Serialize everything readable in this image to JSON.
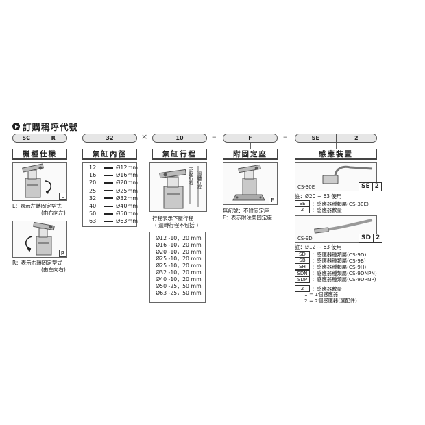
{
  "title": "訂購稱呼代號",
  "code_pills": {
    "model": [
      "SC",
      "R"
    ],
    "bore": "32",
    "times": "×",
    "stroke": "10",
    "dash1": "–",
    "fix": "F",
    "dash2": "–",
    "sensor": [
      "SE",
      "2"
    ]
  },
  "headers": {
    "model": "機種仕樣",
    "bore": "氣缸內徑",
    "stroke": "氣缸行程",
    "fix": "附固定座",
    "sensor": "感應裝置"
  },
  "model": {
    "left_letter": "L",
    "left_desc1": "L：表示左轉固定型式",
    "left_desc2": "(由右向左)",
    "right_letter": "R",
    "right_desc1": "R：表示右轉固定型式",
    "right_desc2": "(由左向右)"
  },
  "bore_rows": [
    [
      "12",
      "Ø12mm"
    ],
    [
      "16",
      "Ø16mm"
    ],
    [
      "20",
      "Ø20mm"
    ],
    [
      "25",
      "Ø25mm"
    ],
    [
      "32",
      "Ø32mm"
    ],
    [
      "40",
      "Ø40mm"
    ],
    [
      "50",
      "Ø50mm"
    ],
    [
      "63",
      "Ø63mm"
    ]
  ],
  "stroke": {
    "image_label_left": "下壓行程",
    "image_label_right": "迴轉行程",
    "note1": "行程表示下壓行程",
    "note2": "( 迴轉行程不包括 )",
    "rows": [
      "Ø12 -10，20 mm",
      "Ø16 -10，20 mm",
      "Ø20 -10，20 mm",
      "Ø25 -10，20 mm",
      "Ø25 -10，20 mm",
      "Ø32 -10，20 mm",
      "Ø40 -10，20 mm",
      "Ø50 -25，50 mm",
      "Ø63 -25，50 mm"
    ]
  },
  "fix": {
    "letter": "F",
    "desc1": "無記號：不附固定座",
    "desc2": "F：表示附法蘭固定座"
  },
  "sensor": {
    "img1_label": "CS-30E",
    "img1_tag": [
      "SE",
      "2"
    ],
    "img1_note": "註：Ø20 ~ 63 使用",
    "img1_codes": [
      [
        "SE",
        "感應器種類屬(CS-30E)"
      ],
      [
        "2",
        "感應器數量"
      ]
    ],
    "img2_label": "CS-9D",
    "img2_tag": [
      "SD",
      "2"
    ],
    "img2_note": "註：Ø12 ~ 63 使用",
    "img2_codes": [
      [
        "SD",
        "感應器種類屬(CS-9D)"
      ],
      [
        "SB",
        "感應器種類屬(CS-9B)"
      ],
      [
        "SH",
        "感應器種類屬(CS-9H)"
      ],
      [
        "SDN",
        "感應器種類屬(CS-9DNPN)"
      ],
      [
        "SDP",
        "感應器種類屬(CS-9DPNP)"
      ]
    ],
    "qty_code": "2",
    "qty_label": "感應器數量",
    "qty1": "1 = 1個感應器",
    "qty2": "2 = 2個感應器(選配件)"
  }
}
